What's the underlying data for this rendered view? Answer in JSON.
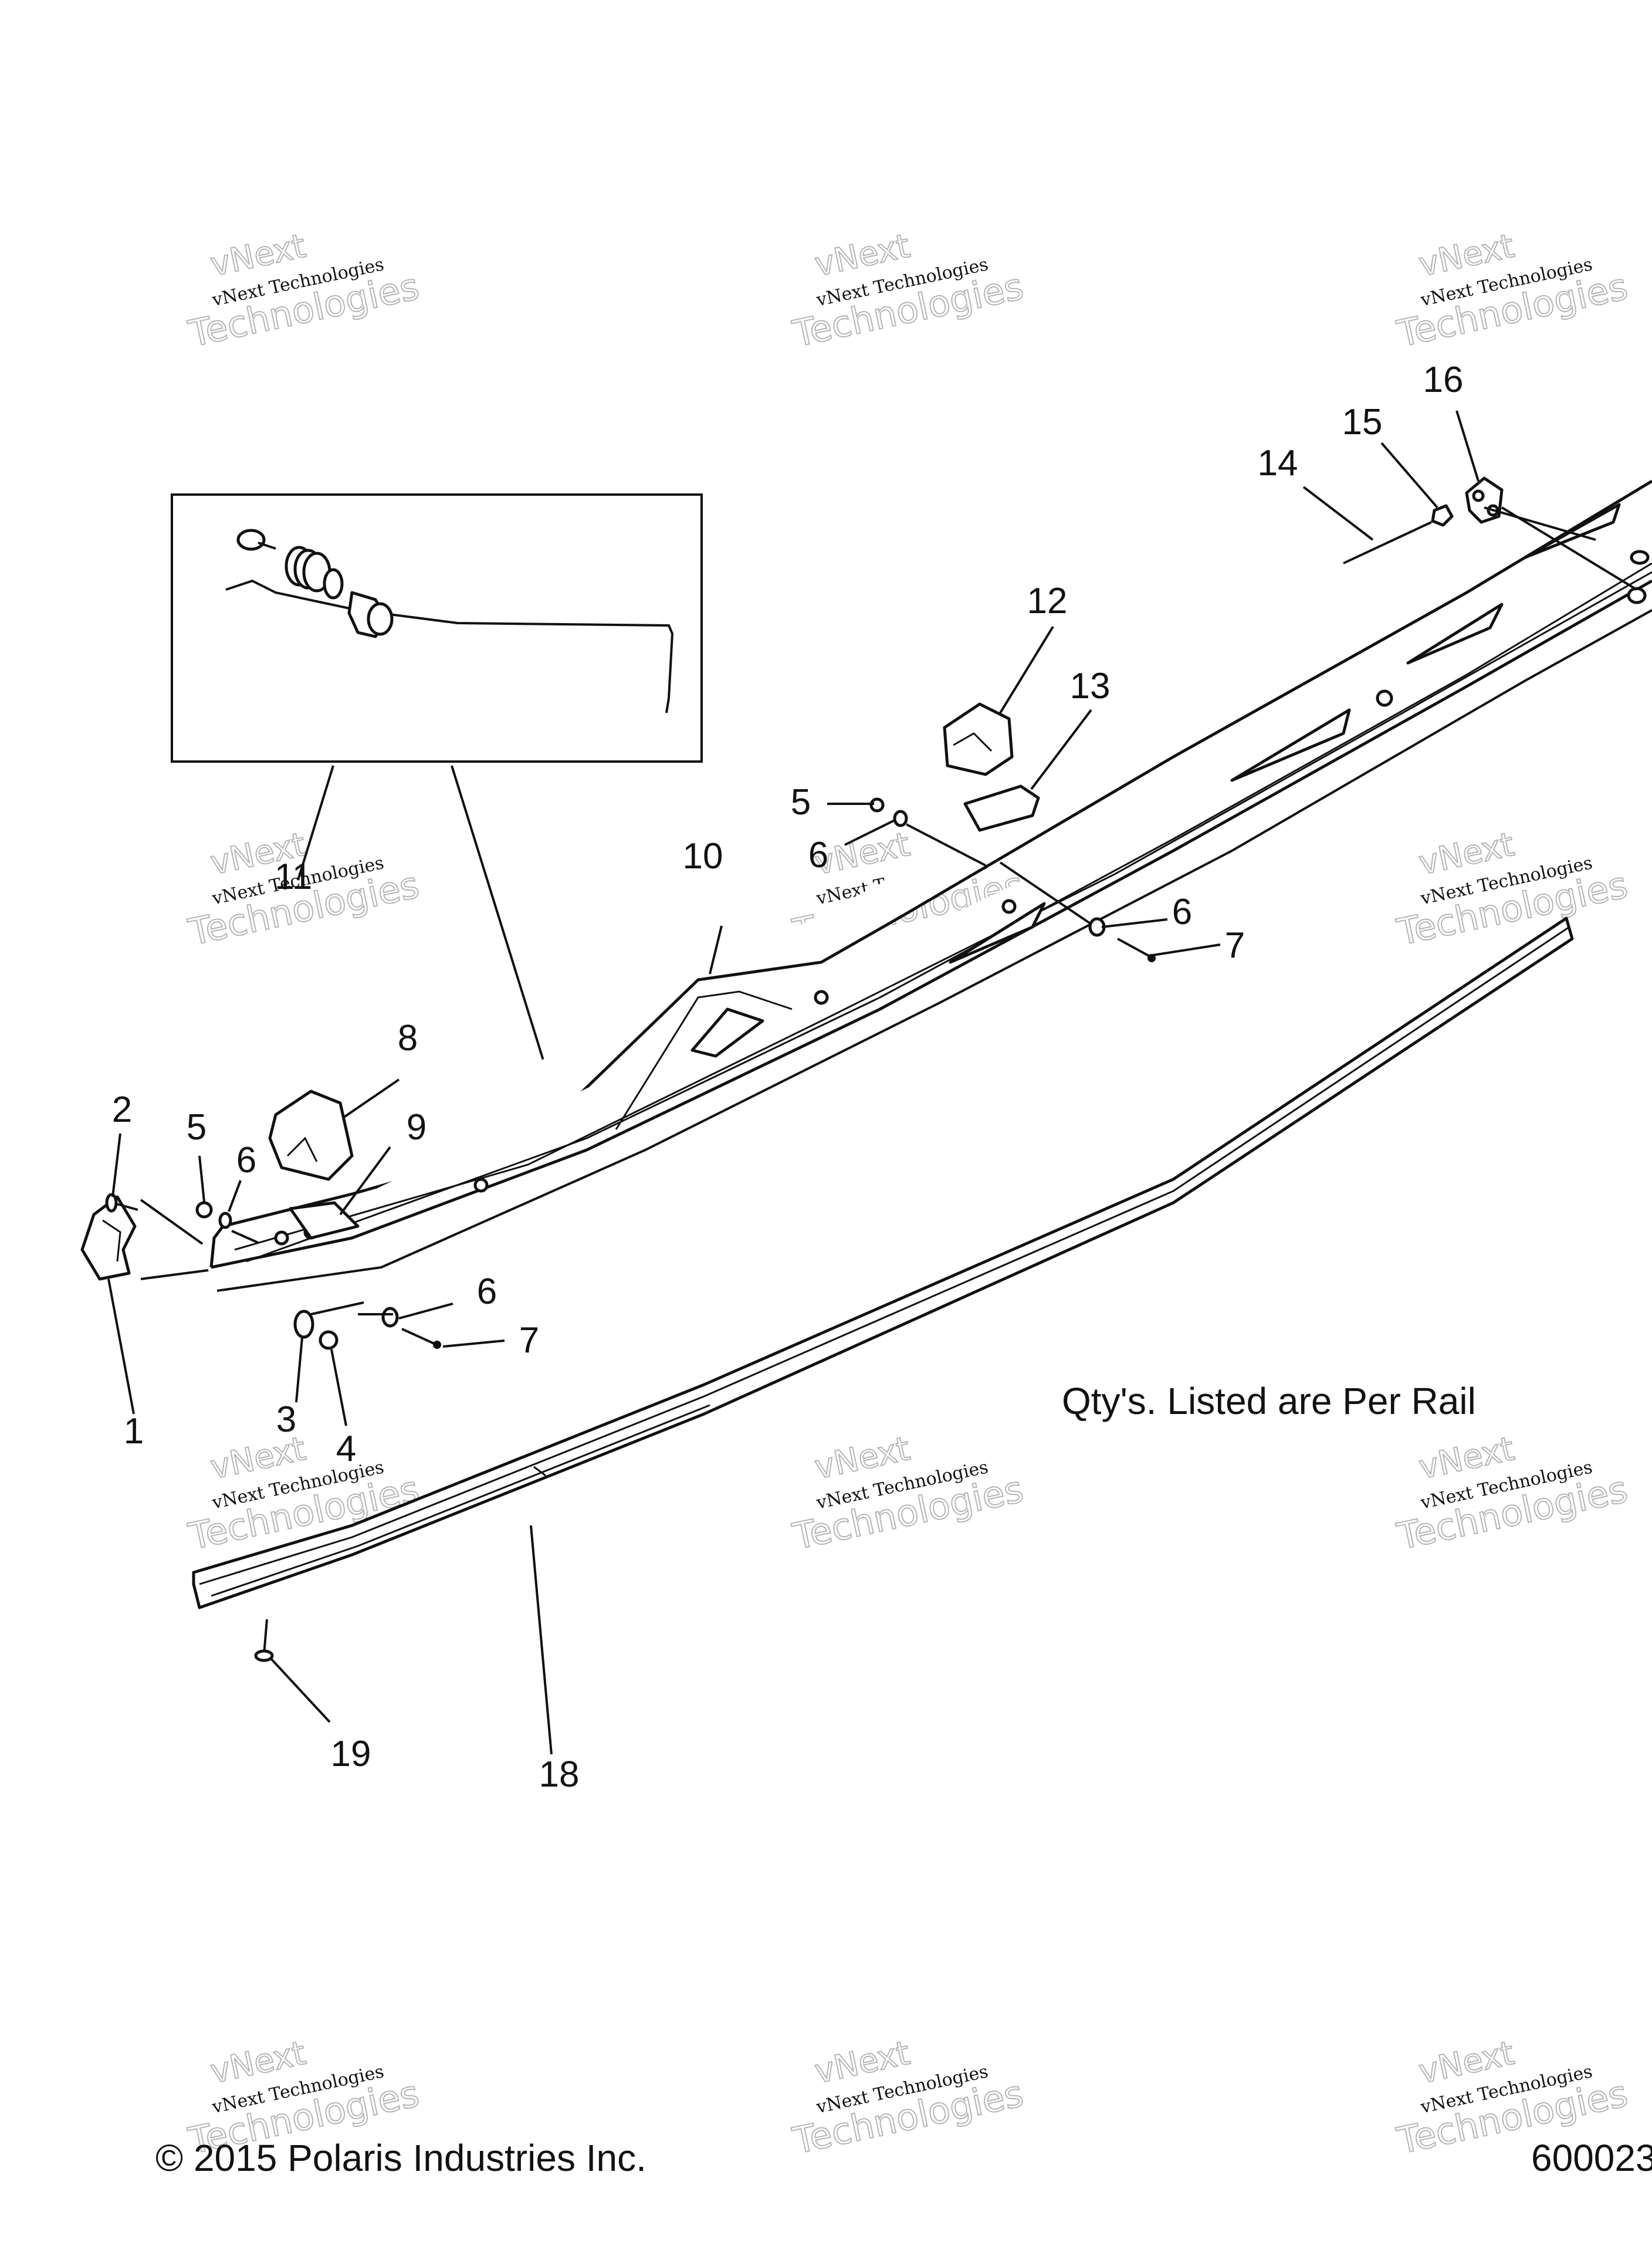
{
  "callouts": [
    "1",
    "2",
    "3",
    "4",
    "5",
    "5",
    "6",
    "6",
    "6",
    "6",
    "7",
    "7",
    "8",
    "9",
    "10",
    "11",
    "12",
    "13",
    "14",
    "15",
    "16",
    "18",
    "19"
  ],
  "note": "Qty's. Listed are Per Rail",
  "copyright": "© 2015 Polaris Industries Inc.",
  "drawing_number": "600023",
  "watermark": {
    "line1": "vNext",
    "line2": "vNext Technologies",
    "line3": "Technologies"
  }
}
